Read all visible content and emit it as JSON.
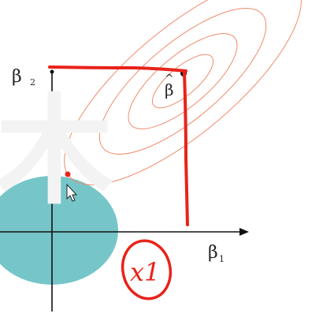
{
  "labels": {
    "y_axis_symbol": "β",
    "y_axis_subscript": "2",
    "x_axis_symbol": "β",
    "x_axis_subscript": "1",
    "estimate_symbol": "β",
    "estimate_hat": "^"
  },
  "handwriting": {
    "annotation_text": "x1"
  },
  "colors": {
    "contour": "#f08a6a",
    "constraint_region": "#76c6c9",
    "annotation_red": "#e8231a",
    "axis": "#111111",
    "watermark": "#f3f3f3"
  },
  "icons": {
    "cursor": "mouse-pointer-icon"
  }
}
